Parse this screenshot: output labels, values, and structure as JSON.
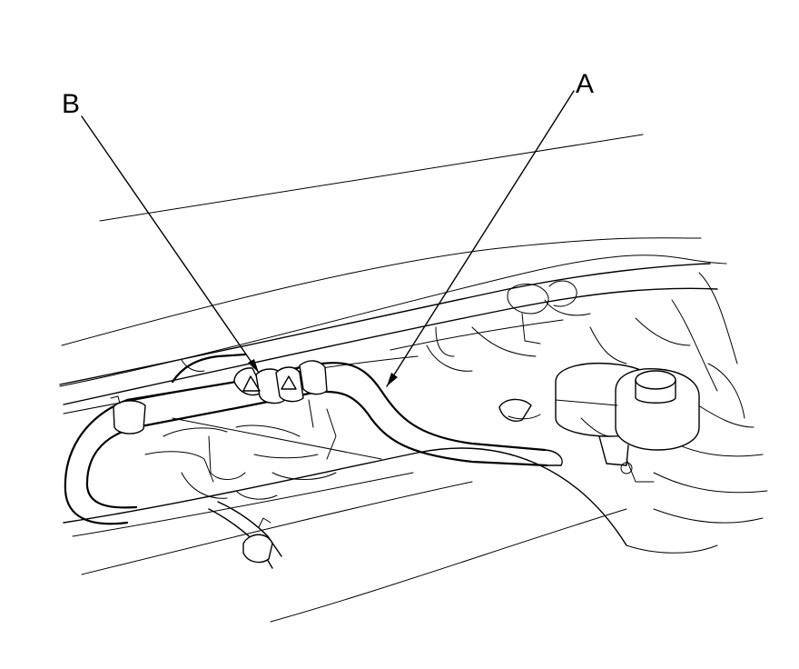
{
  "callouts": [
    {
      "id": "A",
      "label": "A"
    },
    {
      "id": "B",
      "label": "B"
    }
  ]
}
